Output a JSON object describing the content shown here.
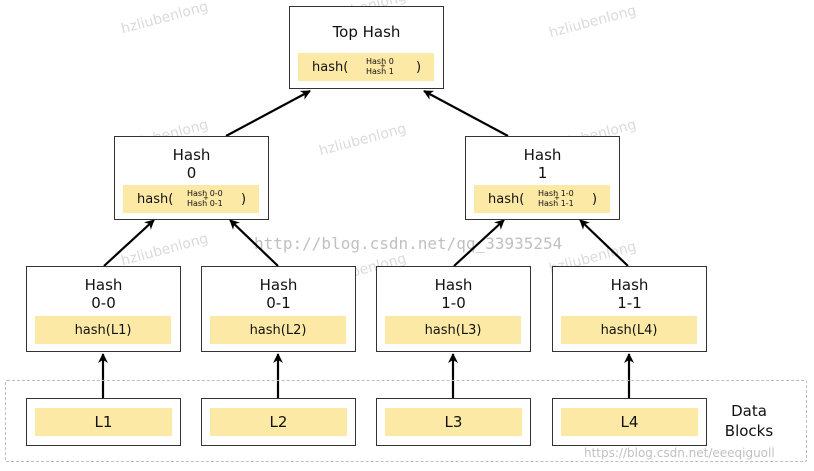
{
  "top": {
    "title": "Top Hash",
    "fn": "hash(",
    "arg_top": "Hash 0",
    "plus": "+",
    "arg_bottom": "Hash 1",
    "close": ")"
  },
  "level1": [
    {
      "title_line1": "Hash",
      "title_line2": "0",
      "fn": "hash(",
      "arg_top": "Hash 0-0",
      "plus": "+",
      "arg_bottom": "Hash 0-1",
      "close": ")"
    },
    {
      "title_line1": "Hash",
      "title_line2": "1",
      "fn": "hash(",
      "arg_top": "Hash 1-0",
      "plus": "+",
      "arg_bottom": "Hash 1-1",
      "close": ")"
    }
  ],
  "level2": [
    {
      "title_line1": "Hash",
      "title_line2": "0-0",
      "label": "hash(L1)"
    },
    {
      "title_line1": "Hash",
      "title_line2": "0-1",
      "label": "hash(L2)"
    },
    {
      "title_line1": "Hash",
      "title_line2": "1-0",
      "label": "hash(L3)"
    },
    {
      "title_line1": "Hash",
      "title_line2": "1-1",
      "label": "hash(L4)"
    }
  ],
  "data_blocks": {
    "label_line1": "Data",
    "label_line2": "Blocks",
    "items": [
      "L1",
      "L2",
      "L3",
      "L4"
    ]
  },
  "watermarks": {
    "url": "http://blog.csdn.net/qq_33935254",
    "name": "hzliubenlong",
    "corner": "https://blog.csdn.net/eeeqiguoll"
  },
  "colors": {
    "hash_fill": "#fde9a6",
    "border": "#333333",
    "frame": "#bdbdbd"
  }
}
